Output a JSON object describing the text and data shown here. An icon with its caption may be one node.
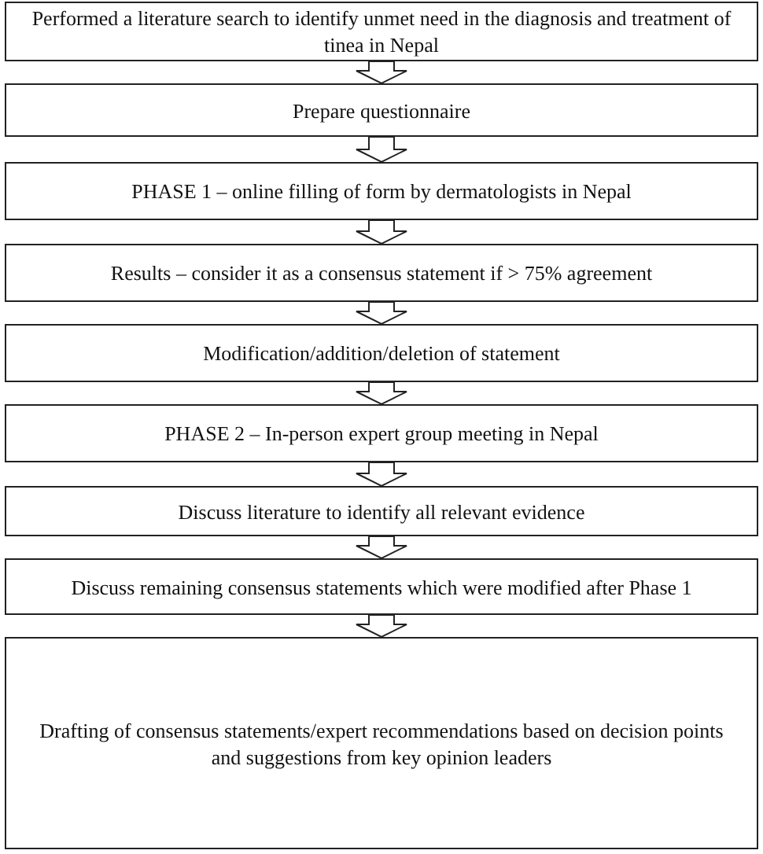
{
  "diagram": {
    "nodes": [
      {
        "text": [
          "Performed a literature search to identify unmet need in the diagnosis and treatment of tinea in Nepal"
        ]
      },
      {
        "text": [
          "Prepare questionnaire"
        ]
      },
      {
        "text": [
          "PHASE 1 – online filling of form by dermatologists in Nepal"
        ]
      },
      {
        "text": [
          "Results – consider it as a consensus statement if > 75% agreement"
        ]
      },
      {
        "text": [
          "Modification/addition/deletion of statement"
        ]
      },
      {
        "text": [
          "PHASE 2 – In-person expert group meeting in Nepal"
        ]
      },
      {
        "text": [
          "Discuss literature to identify all relevant evidence"
        ]
      },
      {
        "text": [
          "Discuss remaining consensus statements which were modified after Phase 1"
        ]
      },
      {
        "text": [
          "Drafting of consensus statements/expert recommendations based on decision points and suggestions from key opinion leaders"
        ]
      }
    ],
    "edges": [
      {
        "from": 0,
        "to": 1,
        "arrow": "to"
      },
      {
        "from": 1,
        "to": 2,
        "arrow": "to"
      },
      {
        "from": 2,
        "to": 3,
        "arrow": "to"
      },
      {
        "from": 3,
        "to": 4,
        "arrow": "to"
      },
      {
        "from": 4,
        "to": 5,
        "arrow": "to"
      },
      {
        "from": 5,
        "to": 6,
        "arrow": "to"
      },
      {
        "from": 6,
        "to": 7,
        "arrow": "to"
      },
      {
        "from": 7,
        "to": 8,
        "arrow": "to"
      }
    ]
  }
}
